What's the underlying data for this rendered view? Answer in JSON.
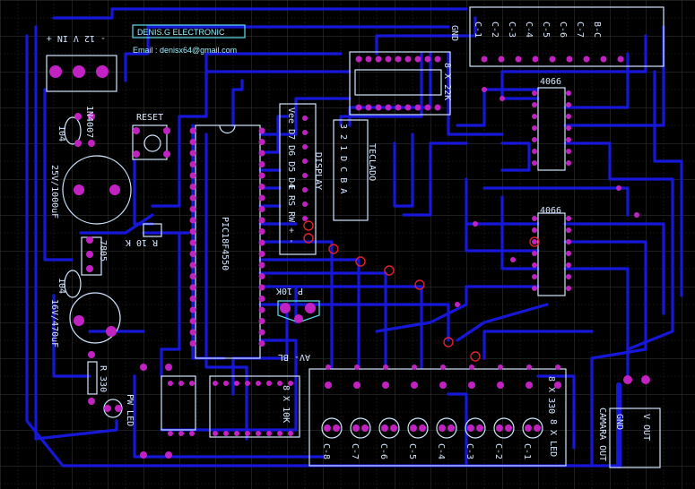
{
  "header": {
    "company": "DENIS.G ELECTRONIC",
    "email": "Email : denisx64@gmail.com"
  },
  "labels": {
    "power_in": "- 12 V IN +",
    "reset": "RESET",
    "diode": "1N4007",
    "cap_104_a": "104",
    "cap_104_b": "104",
    "cap_big": "25V/1000uF",
    "cap_small": "16V/470uF",
    "reg": "7805",
    "r10k": "R 10 K",
    "mcu": "PIC18F4550",
    "pot": "P 10K",
    "r330": "R 330",
    "pw_led": "PW LED",
    "rpack_left": "8 X 10K",
    "display": "DISPLAY",
    "display_pins": "Vee D7 D6 D5 D4",
    "display_pins2": "E RS RW + -",
    "teclado": "TECLADO",
    "teclado_pins": "3 2 1 D C B A",
    "rpack_top": "8 X 22K",
    "gnd_top": "GND",
    "c_labels": [
      "C-1",
      "C-2",
      "C-3",
      "C-4",
      "C-5",
      "C-6",
      "C-7",
      "B-C"
    ],
    "ic1": "4066",
    "ic2": "4066",
    "av_bl": "AV- BL",
    "rpack_bottom": "8 X 330",
    "led_bank": "8 X LED",
    "led_labels": [
      "C-8",
      "C-7",
      "C-6",
      "C-5",
      "C-4",
      "C-3",
      "C-2",
      "C-1"
    ],
    "camera_out": "CAMARA OUT",
    "gnd_bottom": "GND",
    "v_out": "V OUT"
  }
}
